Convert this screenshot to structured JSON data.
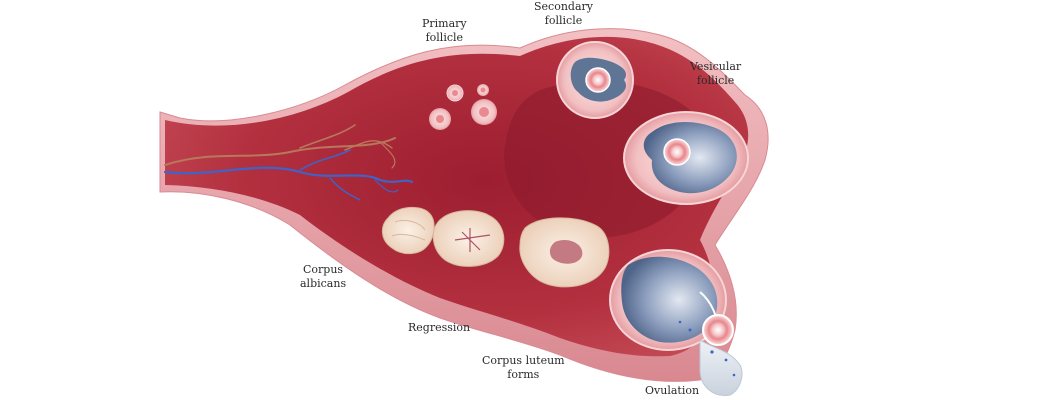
{
  "labels": {
    "primary_follicle": [
      "Primary",
      "follicle"
    ],
    "secondary_follicle": [
      "Secondary",
      "follicle"
    ],
    "vesicular_follicle": [
      "Vesicular",
      "follicle"
    ],
    "corpus_albicans": [
      "Corpus",
      "albicans"
    ],
    "regression": [
      "Regression"
    ],
    "corpus_luteum_forms": [
      "Corpus luteum",
      "forms"
    ],
    "ovulation": [
      "Ovulation"
    ]
  },
  "colors": {
    "ovary_body": "#b5303f",
    "ovary_dark": "#7e1424",
    "ovary_rim": "#e9a0a6",
    "follicle_fill": "#f3c3c3",
    "antrum": "#5f7596",
    "corpus_fill": "#f4e1cc",
    "vein": "#3f63c6",
    "artery": "#b9775c"
  }
}
